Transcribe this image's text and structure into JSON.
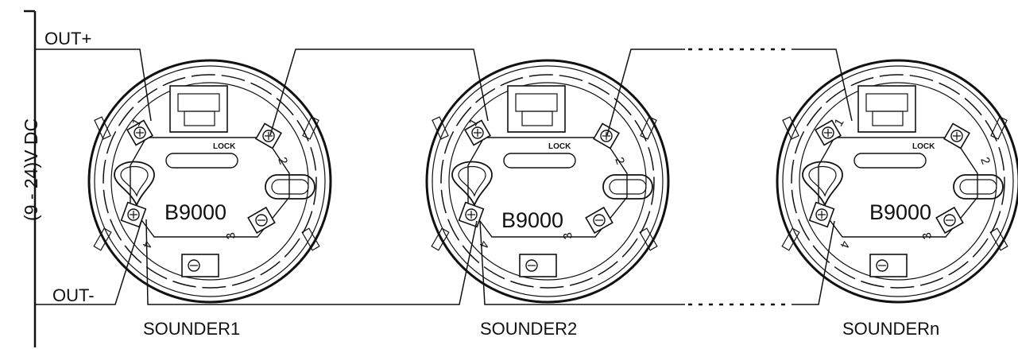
{
  "supply": {
    "label": "(9 - 24)V DC"
  },
  "terminals": {
    "positive": "OUT+",
    "negative": "OUT-"
  },
  "bases": [
    {
      "model": "B9000",
      "lock": "LOCK",
      "sounder": "SOUNDER1",
      "terminal_numbers": [
        "1",
        "2",
        "3",
        "4"
      ]
    },
    {
      "model": "B9000",
      "lock": "LOCK",
      "sounder": "SOUNDER2",
      "terminal_numbers": [
        "1",
        "2",
        "3",
        "4"
      ]
    },
    {
      "model": "B9000",
      "lock": "LOCK",
      "sounder": "SOUNDERn",
      "terminal_numbers": [
        "1",
        "2",
        "3",
        "4"
      ]
    }
  ]
}
